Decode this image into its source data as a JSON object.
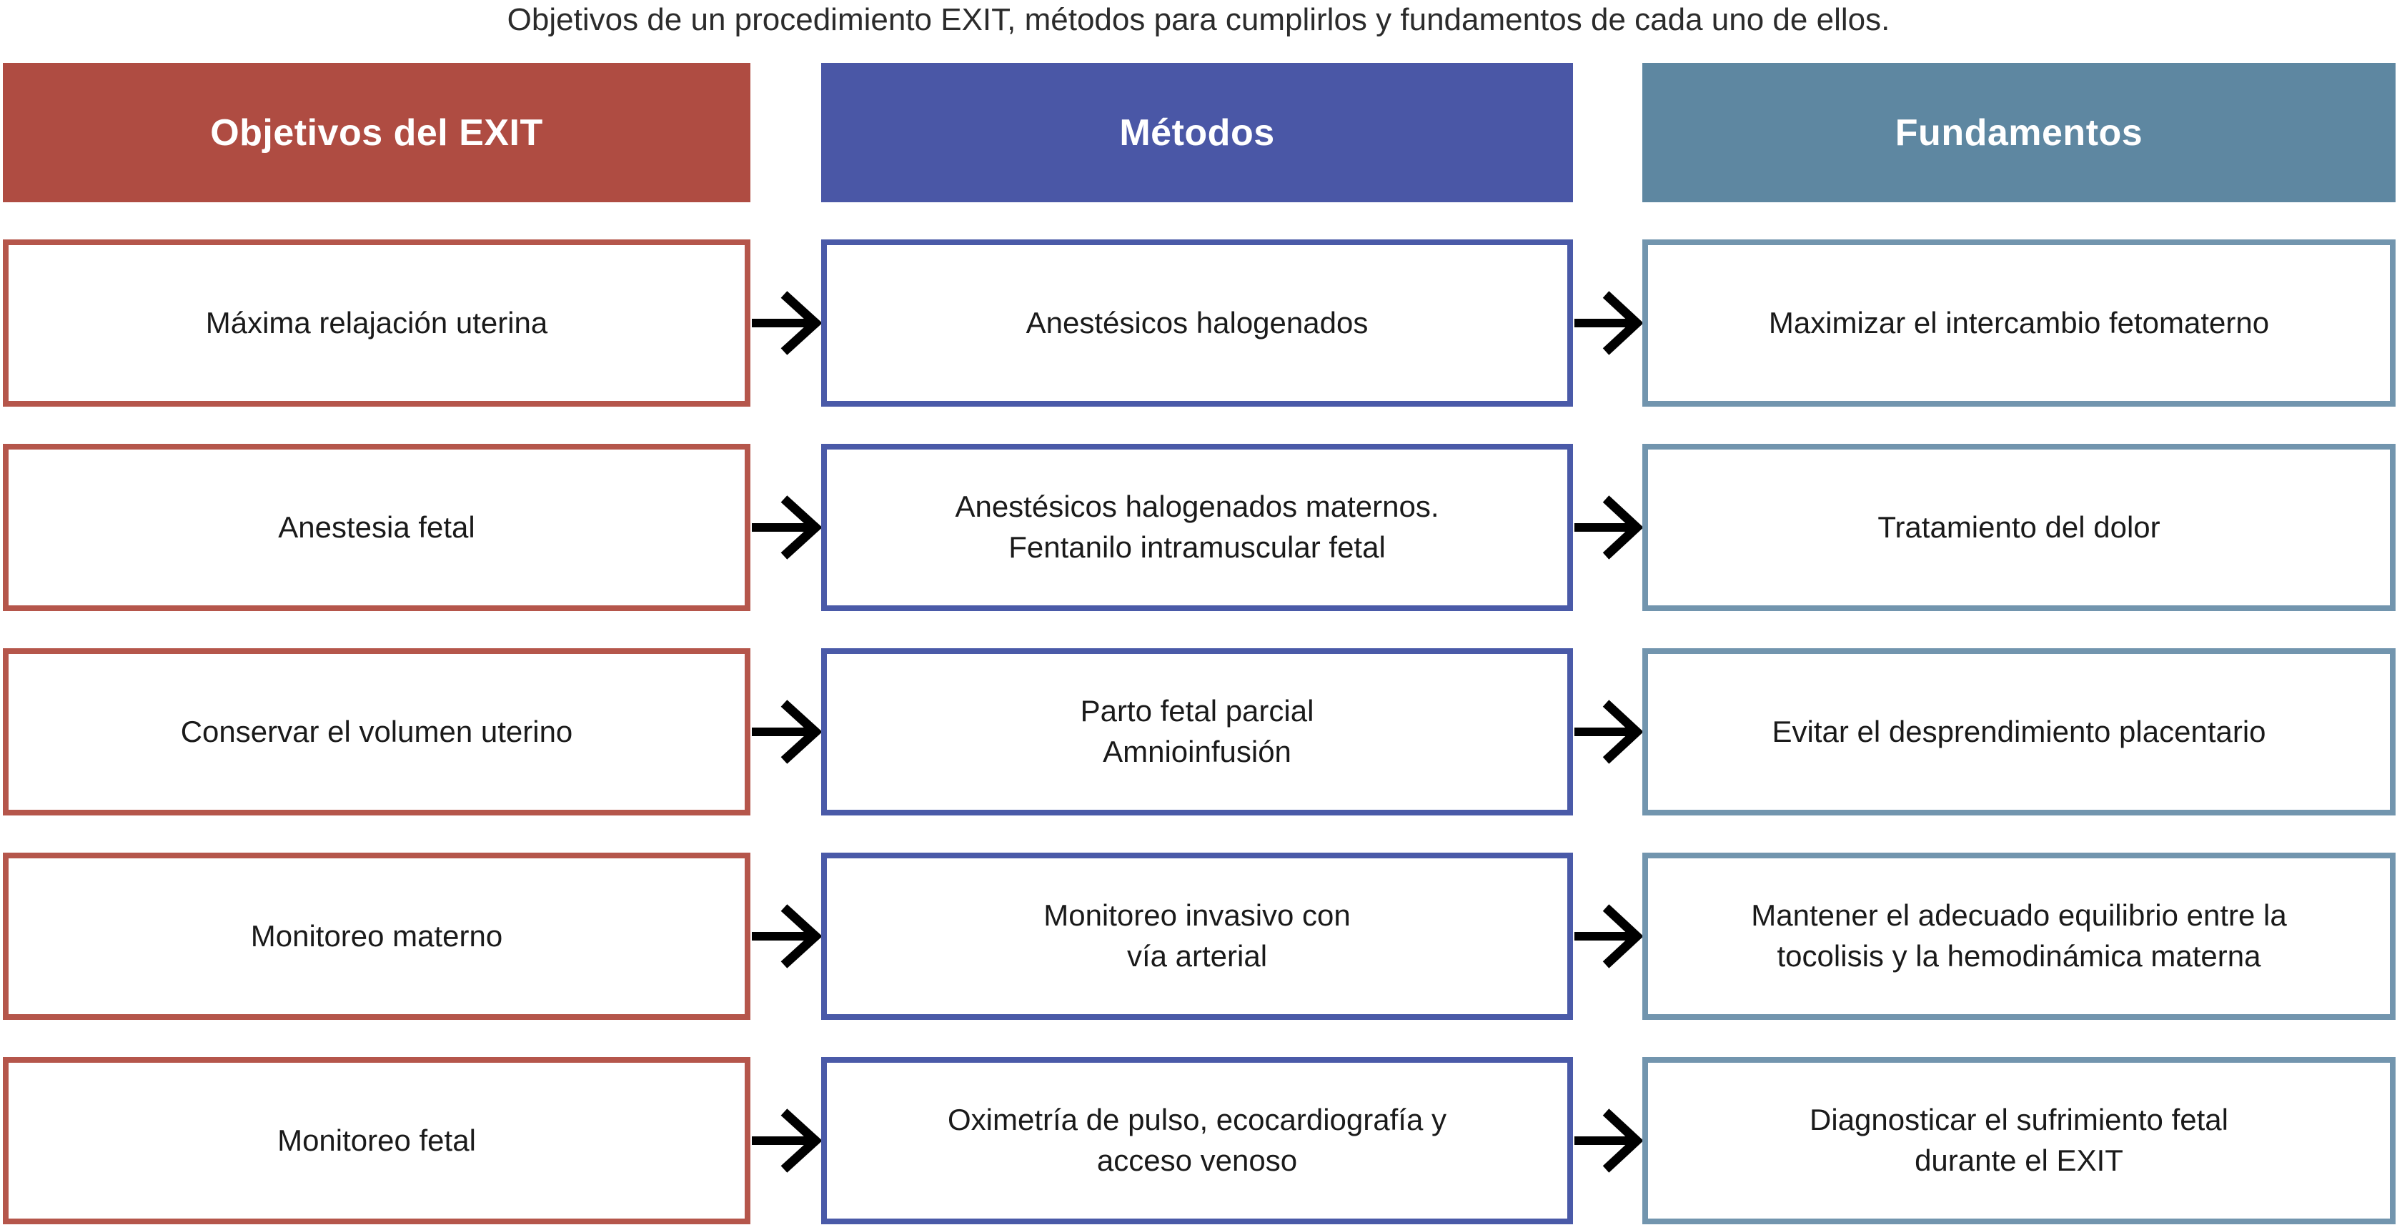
{
  "title": "Objetivos de un procedimiento EXIT, métodos para cumplirlos y fundamentos de cada uno de ellos.",
  "columns": [
    {
      "id": "objetivos",
      "label": "Objetivos del EXIT"
    },
    {
      "id": "metodos",
      "label": "Métodos"
    },
    {
      "id": "fundamentos",
      "label": "Fundamentos"
    }
  ],
  "rows": [
    {
      "objetivo": "Máxima relajación uterina",
      "metodo": "Anestésicos halogenados",
      "fundamento": "Maximizar el intercambio fetomaterno"
    },
    {
      "objetivo": "Anestesia fetal",
      "metodo": "Anestésicos halogenados maternos.\nFentanilo intramuscular fetal",
      "fundamento": "Tratamiento del dolor"
    },
    {
      "objetivo": "Conservar el volumen uterino",
      "metodo": "Parto fetal parcial\nAmnioinfusión",
      "fundamento": "Evitar el desprendimiento placentario"
    },
    {
      "objetivo": "Monitoreo materno",
      "metodo": "Monitoreo invasivo con\nvía arterial",
      "fundamento": "Mantener el adecuado equilibrio entre la\ntocolisis y la hemodinámica materna"
    },
    {
      "objetivo": "Monitoreo fetal",
      "metodo": "Oximetría de pulso, ecocardiografía y\nacceso venoso",
      "fundamento": "Diagnosticar el sufrimiento fetal\ndurante el EXIT"
    }
  ],
  "colors": {
    "objetivos_fill": "#af4c42",
    "objetivos_border": "#b5564b",
    "metodos_fill": "#4a57a6",
    "metodos_border": "#4a5aa8",
    "fundamentos_fill": "#5e87a1",
    "fundamentos_border": "#7295ae",
    "arrow": "#000000",
    "text": "#1a1a1a",
    "header_text": "#ffffff",
    "background": "#ffffff"
  }
}
